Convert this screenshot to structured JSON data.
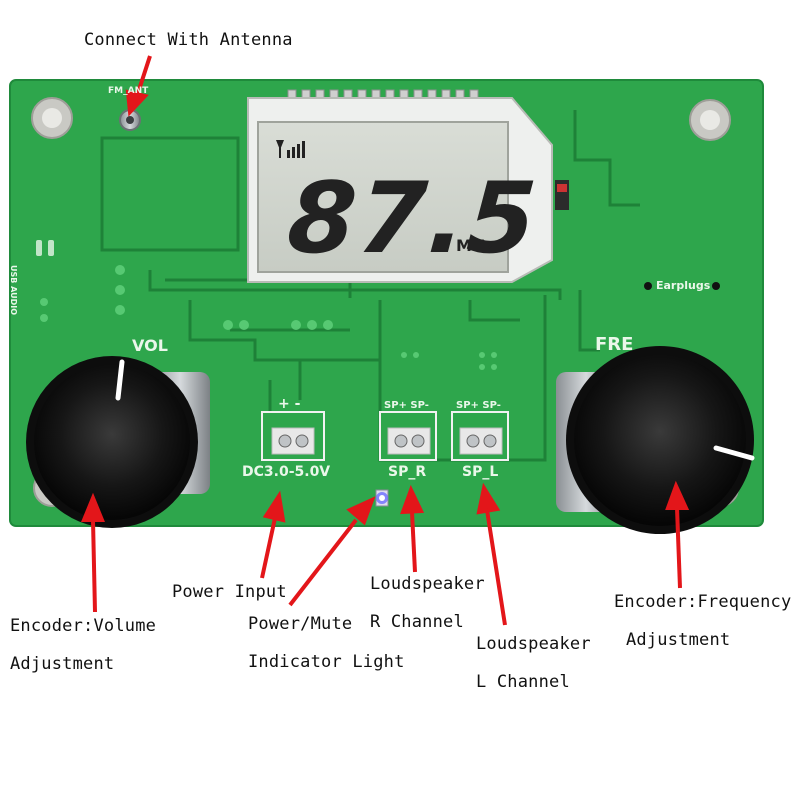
{
  "photo": {
    "lcd": {
      "frequency": "87.5",
      "unit": "MHz"
    },
    "silkscreen": {
      "fm_ant": "FM_ANT",
      "usb_audio": "USB AUDIO",
      "vol": "VOL",
      "fre": "FRE",
      "earplugs": "Earplugs",
      "power_polarity": "+  -",
      "dc_range": "DC3.0-5.0V",
      "sp_r_pins": "SP+ SP-",
      "sp_l_pins": "SP+ SP-",
      "sp_r": "SP_R",
      "sp_l": "SP_L"
    }
  },
  "annotations": {
    "antenna": "Connect With Antenna",
    "power_input": "Power Input",
    "volume_line1": "Encoder:Volume",
    "volume_line2": "Adjustment",
    "indicator_line1": "Power/Mute",
    "indicator_line2": "Indicator Light",
    "speaker_r_line1": "Loudspeaker",
    "speaker_r_line2": "R Channel",
    "speaker_l_line1": "Loudspeaker",
    "speaker_l_line2": "L Channel",
    "frequency_line1": "Encoder:Frequency",
    "frequency_line2": "Adjustment"
  },
  "colors": {
    "pcb": "#2fa84f",
    "arrow": "#e3161a",
    "knob": "#1a1a1a"
  }
}
